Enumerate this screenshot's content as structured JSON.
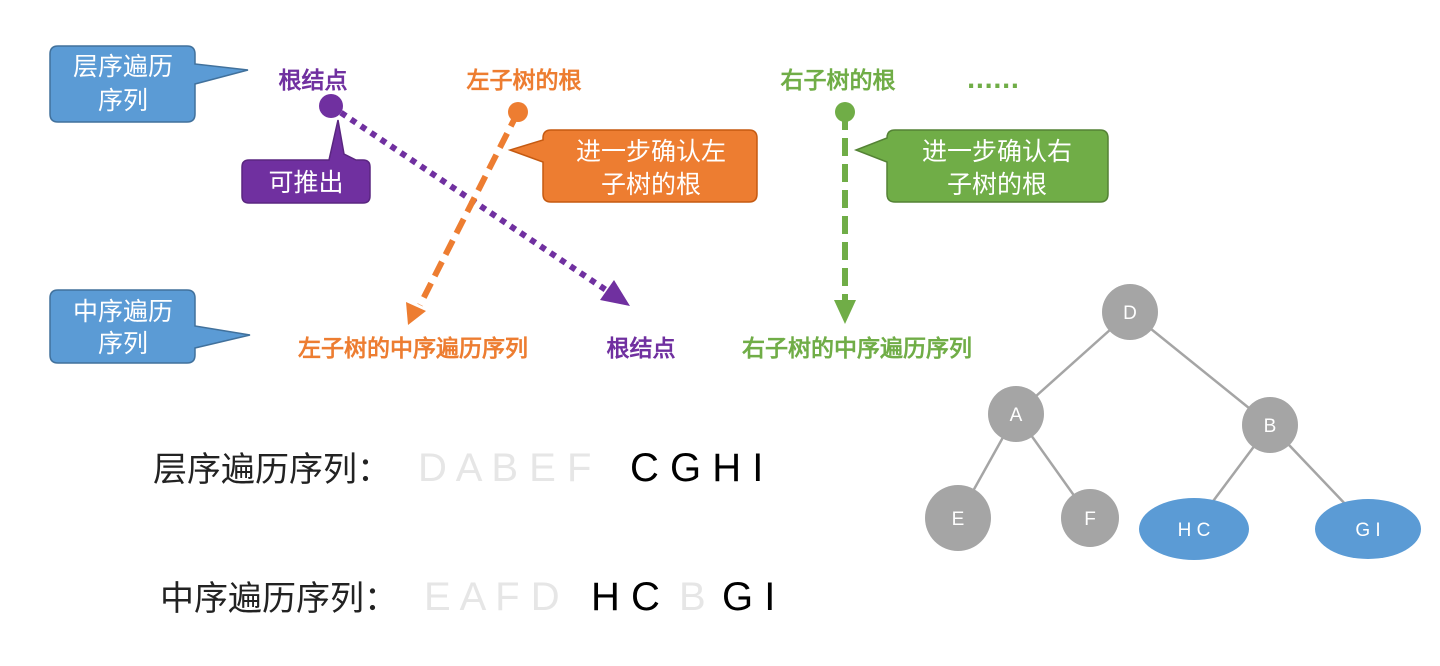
{
  "colors": {
    "blue": "#5b9bd5",
    "purple": "#7030a0",
    "orange": "#ed7d31",
    "green": "#70ad47",
    "gray": "#a5a5a5",
    "dim": "#e6e6e6"
  },
  "callouts": {
    "level_order": [
      "层序遍历",
      "序列"
    ],
    "in_order": [
      "中序遍历",
      "序列"
    ],
    "derive": [
      "可推出"
    ],
    "left_confirm": [
      "进一步确认左",
      "子树的根"
    ],
    "right_confirm": [
      "进一步确认右",
      "子树的根"
    ]
  },
  "top_labels": {
    "root": "根结点",
    "left_root": "左子树的根",
    "right_root": "右子树的根",
    "ellipsis": "......"
  },
  "bottom_labels": {
    "left_inorder": "左子树的中序遍历序列",
    "root": "根结点",
    "right_inorder": "右子树的中序遍历序列"
  },
  "sequences": {
    "level": {
      "label": "层序遍历序列：",
      "dim": "D A B E F",
      "dark": "C G H I"
    },
    "inorder": {
      "label": "中序遍历序列：",
      "dim1": "E A F D",
      "dark1": "H C",
      "dim2": "B",
      "dark2": "G I"
    }
  },
  "tree": {
    "nodes": [
      "D",
      "A",
      "B",
      "E",
      "F",
      "H C",
      "G I"
    ]
  }
}
